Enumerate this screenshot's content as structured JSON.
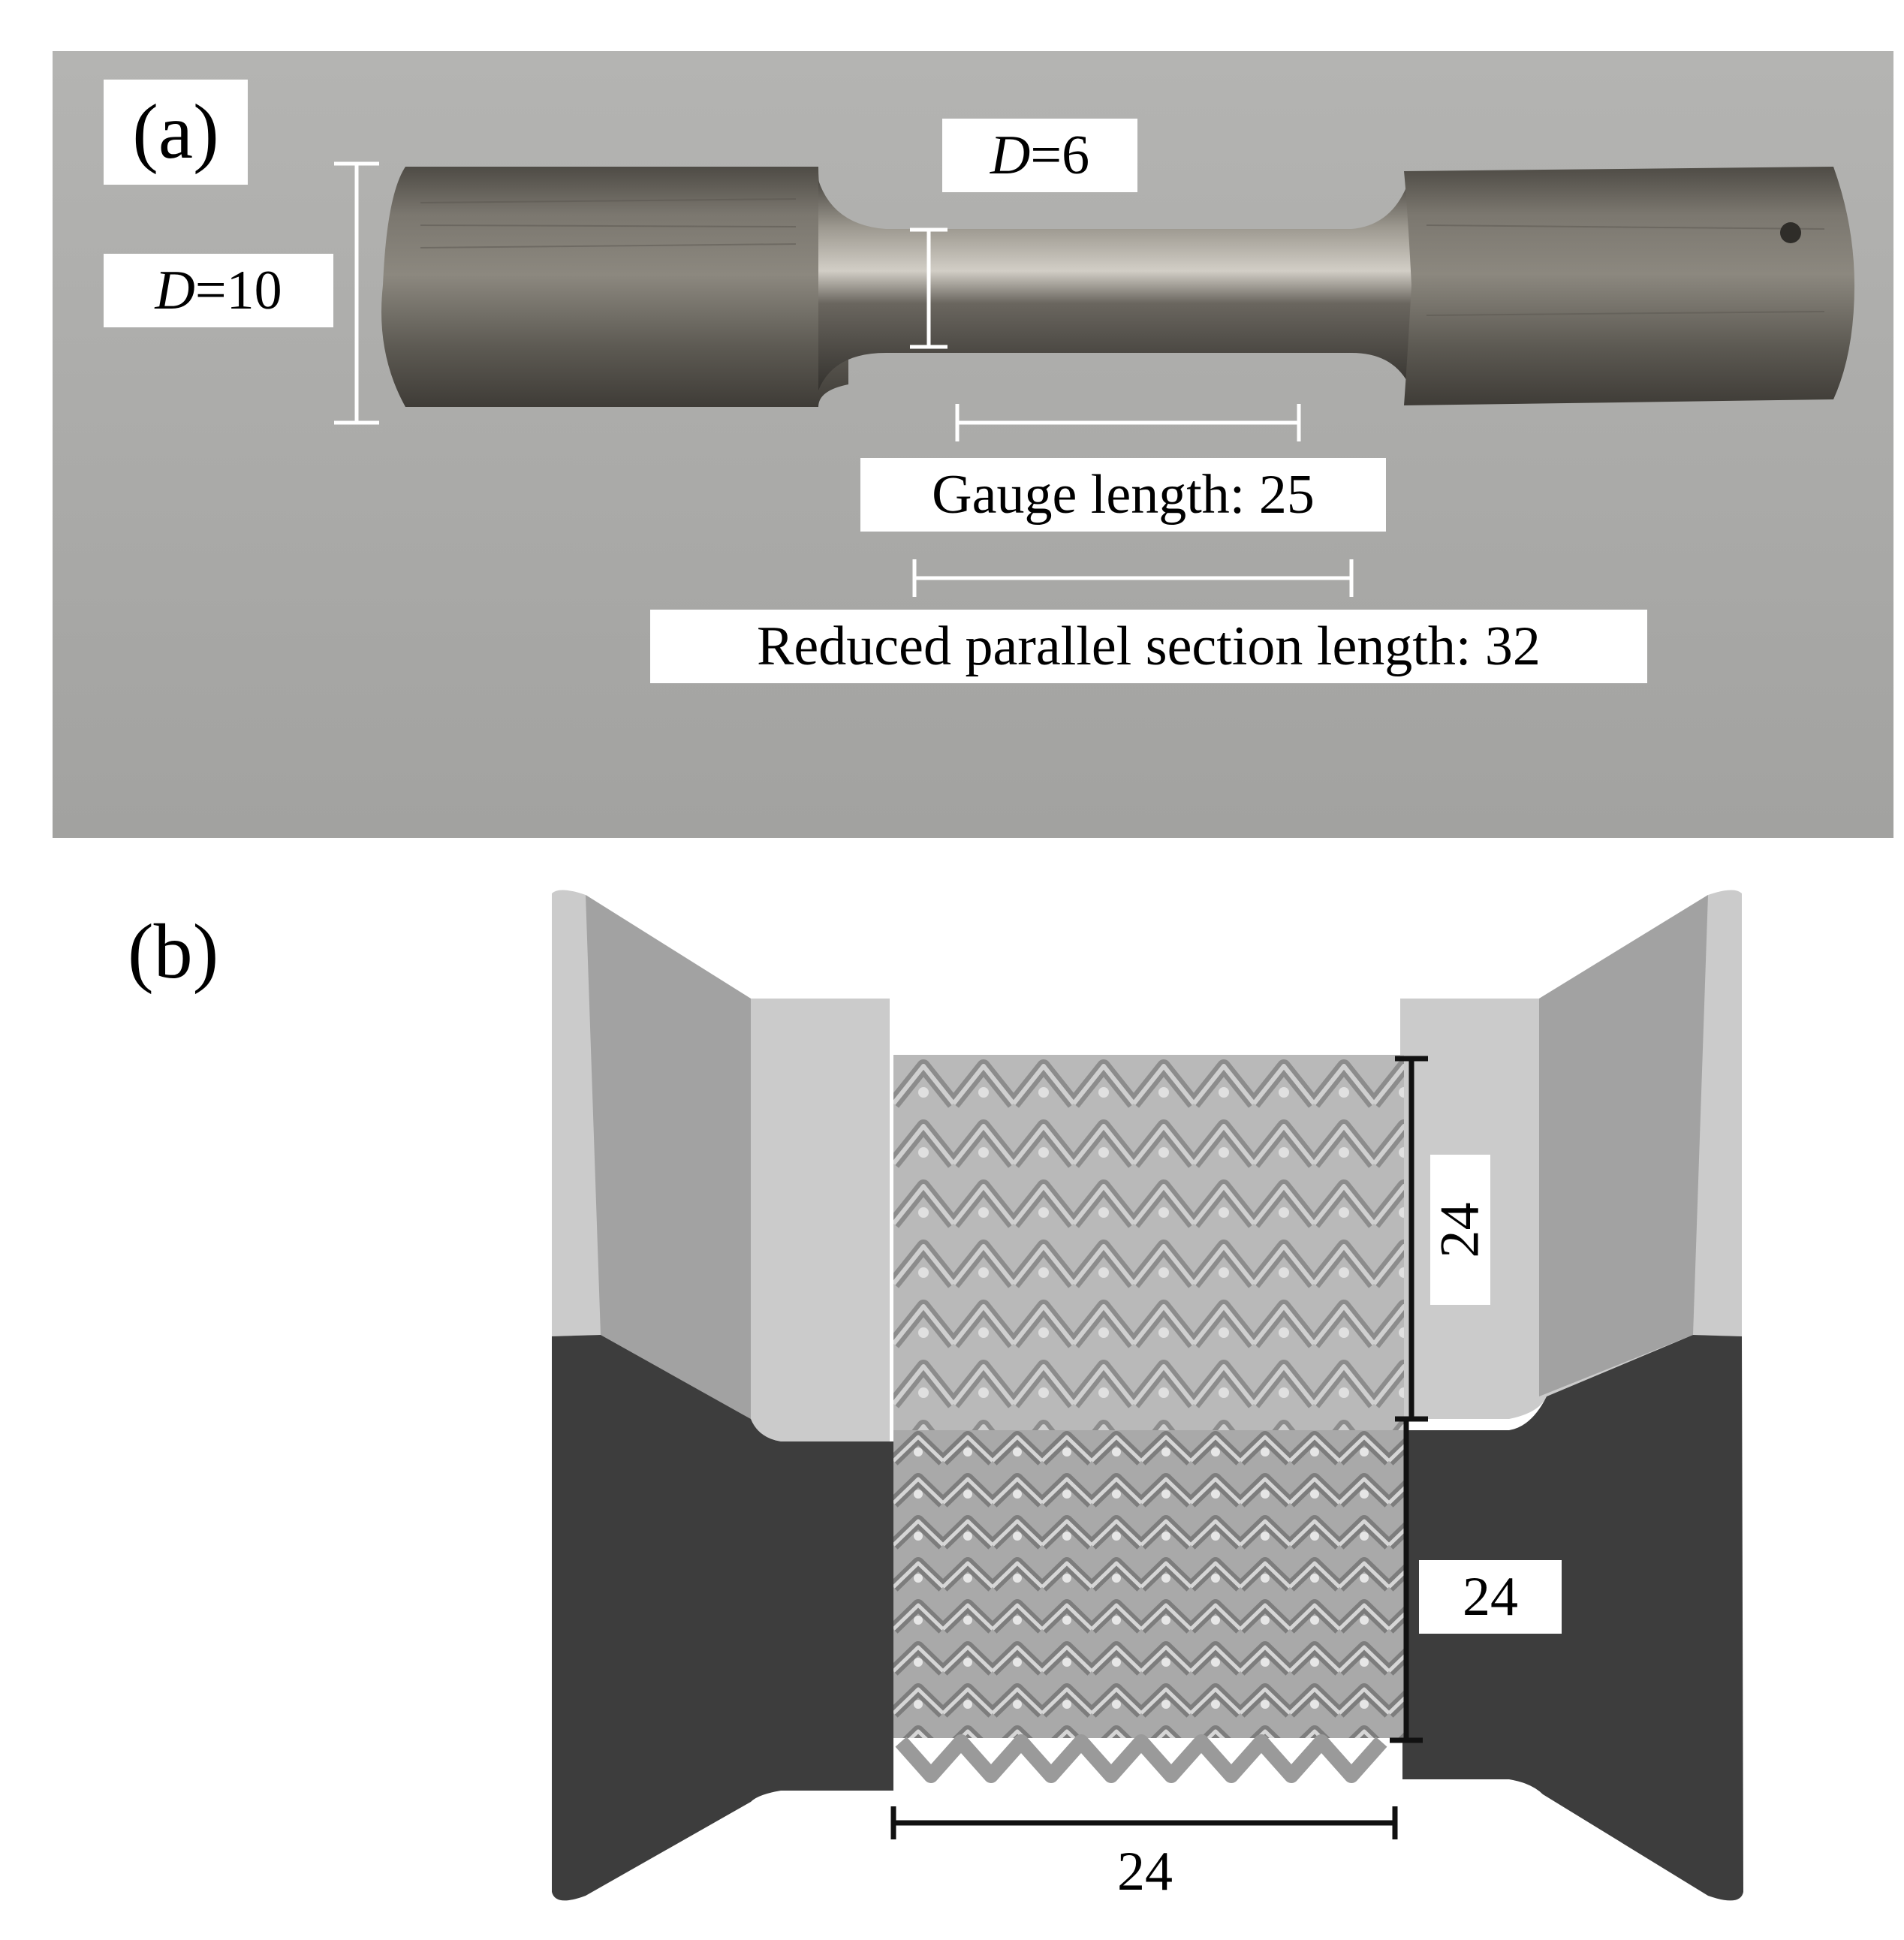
{
  "panel_a": {
    "letter": "(a)",
    "grip_diameter": {
      "var": "D",
      "value": "=10"
    },
    "gauge_diameter": {
      "var": "D",
      "value": "=6"
    },
    "gauge_length": "Gauge length: 25",
    "reduced_section": "Reduced parallel section length: 32"
  },
  "panel_b": {
    "letter": "(b)",
    "dim_upper_vertical": "24",
    "dim_lower_vertical": "24",
    "dim_width": "24"
  },
  "colors": {
    "photo_background": "#a9a9a7",
    "metal": "#6e6b64",
    "grip_light": "#c8c8c8",
    "grip_dark": "#3d3d3d",
    "lattice": "#9a9a9a"
  }
}
